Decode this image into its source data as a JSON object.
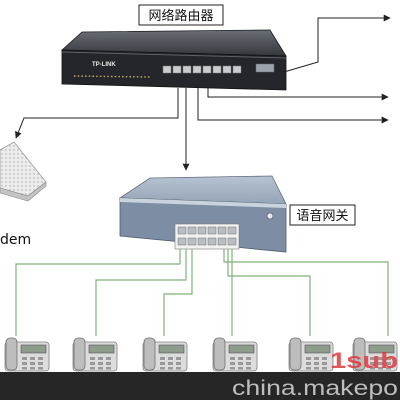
{
  "labels": {
    "router": "网络路由器",
    "gateway": "语音网关",
    "modem": "dem"
  },
  "router": {
    "brand": "TP-LINK"
  },
  "watermark": {
    "site": "china.makepo",
    "badge": "1sub"
  },
  "colors": {
    "router_top": "#4a4e55",
    "router_front": "#24262b",
    "gateway_top": "#a3b1c2",
    "gateway_front": "#7d8ea4",
    "phone_wire": "#7fb27a",
    "watermark_band": "#262626",
    "badge_red": "#e0393e"
  },
  "icons": [
    "router-device",
    "voice-gateway-device",
    "modem-device",
    "desk-phone"
  ]
}
